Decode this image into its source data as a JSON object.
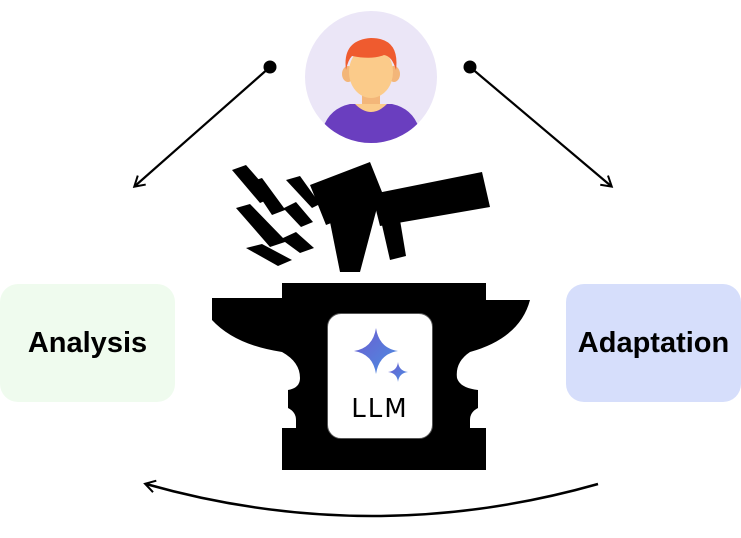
{
  "diagram": {
    "nodes": {
      "analysis": "Analysis",
      "adaptation": "Adaptation",
      "llm": "LLM"
    },
    "icons": {
      "user": "user-avatar-icon",
      "hammer": "hammer-icon",
      "anvil": "anvil-icon",
      "sparkle": "ai-sparkle-icon",
      "impact_lines": "impact-lines-icon"
    },
    "colors": {
      "analysis_bg": "#effbee",
      "adaptation_bg": "#d6defb",
      "avatar_bg": "#ebe6f7",
      "hair": "#ef5b2f",
      "skin": "#fbcb8a",
      "shirt": "#6a3ebf",
      "sparkle_start": "#6d5bd0",
      "sparkle_end": "#4a90e2",
      "ink": "#000000"
    },
    "edges": [
      {
        "from": "user",
        "to": "analysis"
      },
      {
        "from": "user",
        "to": "adaptation"
      },
      {
        "from": "adaptation",
        "to": "analysis"
      }
    ]
  }
}
